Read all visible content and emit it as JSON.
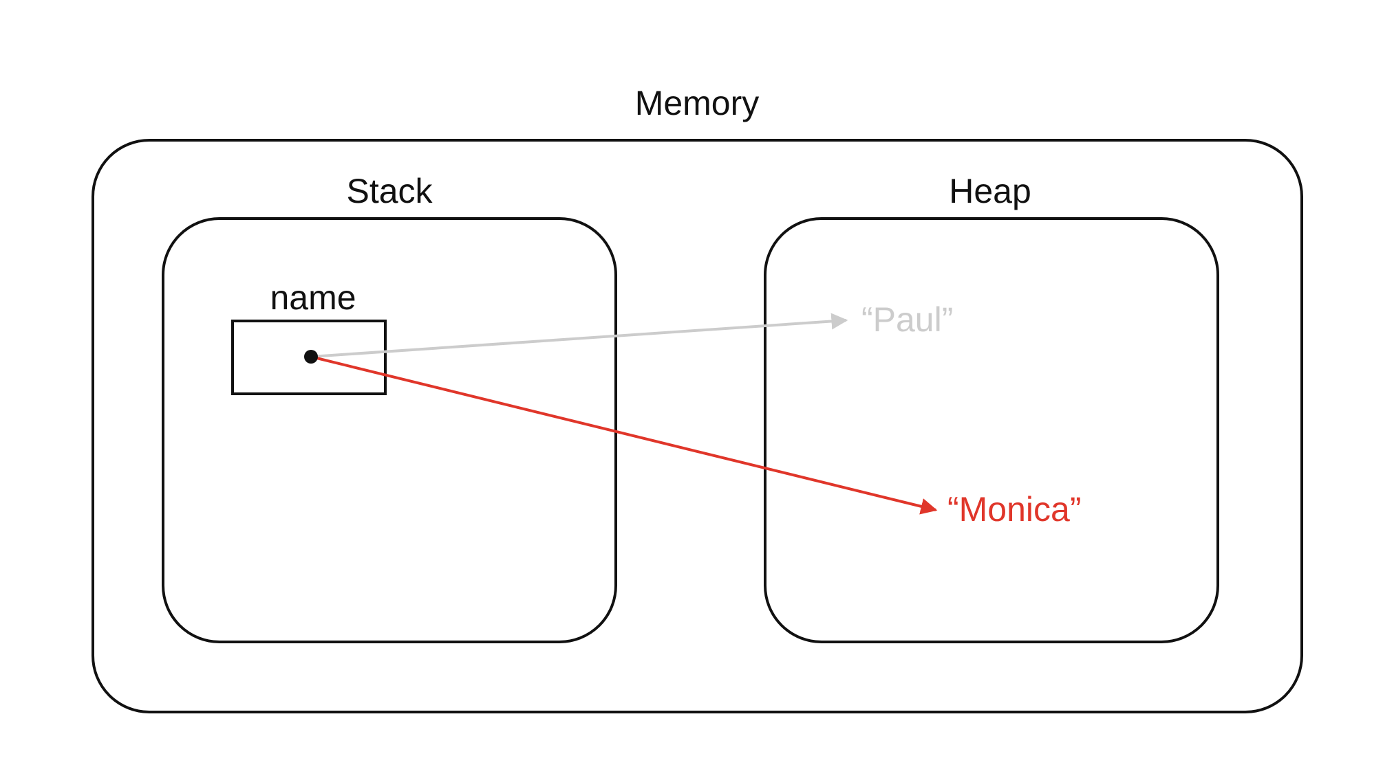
{
  "memory": {
    "title": "Memory"
  },
  "stack": {
    "title": "Stack",
    "variable": {
      "name": "name"
    }
  },
  "heap": {
    "title": "Heap",
    "values": {
      "old": {
        "text": "“Paul”"
      },
      "current": {
        "text": "“Monica”"
      }
    }
  },
  "colors": {
    "border": "#111111",
    "old_reference": "#cccccc",
    "current_reference": "#e0362a"
  }
}
